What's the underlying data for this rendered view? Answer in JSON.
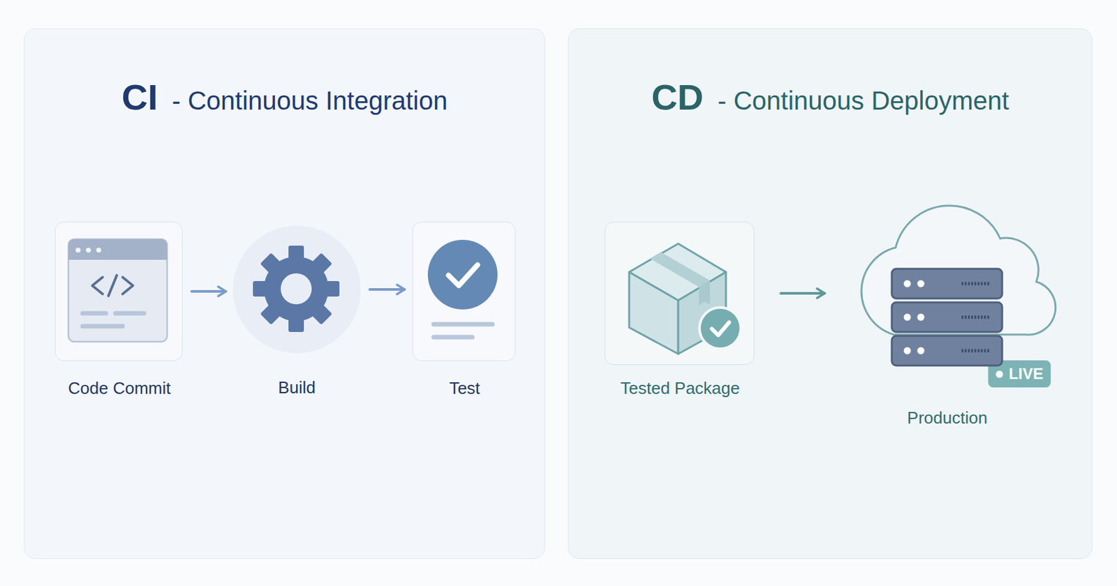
{
  "diagram": {
    "nodes": [
      {
        "text": [
          "CI",
          "- Continuous Integration"
        ]
      },
      {
        "text": [
          "Code Commit"
        ],
        "in": 0
      },
      {
        "text": [
          "Build"
        ],
        "in": 0
      },
      {
        "text": [
          "Test"
        ],
        "in": 0
      },
      {
        "text": [
          "CD",
          "- Continuous Deployment"
        ]
      },
      {
        "text": [
          "Tested Package"
        ],
        "in": 4
      },
      {
        "text": [
          "LIVE",
          "Production"
        ],
        "in": 4
      }
    ],
    "edges": [
      {
        "from": 1,
        "to": 2,
        "arrow": "to"
      },
      {
        "from": 2,
        "to": 3,
        "arrow": "to"
      },
      {
        "from": 5,
        "to": 6,
        "arrow": "to"
      }
    ]
  }
}
